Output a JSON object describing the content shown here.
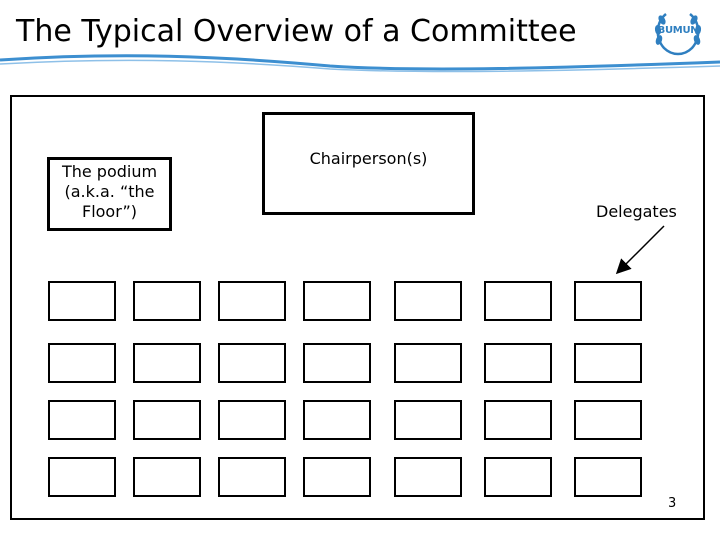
{
  "slide": {
    "title": "The Typical Overview of a Committee",
    "page_number": "3"
  },
  "logo": {
    "text": "BUMUN"
  },
  "diagram": {
    "podium_lines": [
      "The podium",
      "(a.k.a. “the",
      "Floor”)"
    ],
    "chair_label": "Chairperson(s)",
    "delegates_label": "Delegates",
    "desk_rows": 4,
    "desk_columns": 7
  },
  "colors": {
    "accent": "#3d8fd0",
    "logo": "#2f7fc0"
  }
}
